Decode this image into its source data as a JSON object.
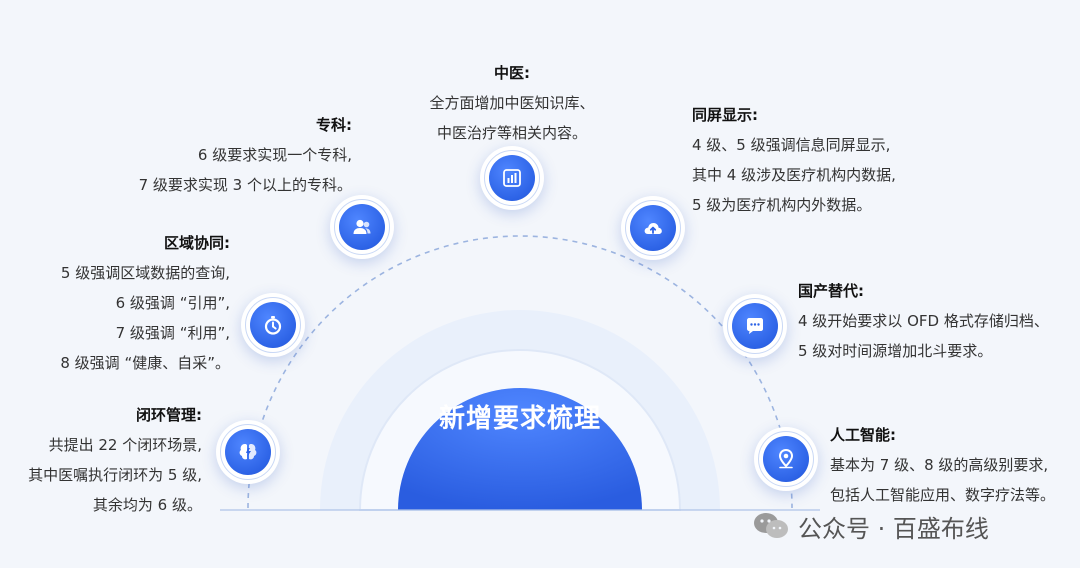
{
  "center": {
    "label": "新增要求梳理"
  },
  "colors": {
    "accent": "#2d63e6",
    "arc": "#9cb4e0",
    "text": "#333333"
  },
  "nodes": [
    {
      "id": "closed-loop",
      "icon": "brain-icon",
      "title": "闭环管理:",
      "lines": [
        "共提出 22 个闭环场景,",
        "其中医嘱执行闭环为 5 级,",
        "其余均为 6 级。"
      ]
    },
    {
      "id": "regional",
      "icon": "stopwatch-icon",
      "title": "区域协同:",
      "lines": [
        "5 级强调区域数据的查询,",
        "6 级强调 “引用”,",
        "7 级强调 “利用”,",
        "8 级强调 “健康、自采”。"
      ]
    },
    {
      "id": "specialty",
      "icon": "users-icon",
      "title": "专科:",
      "lines": [
        "6 级要求实现一个专科,",
        "7 级要求实现 3 个以上的专科。"
      ]
    },
    {
      "id": "tcm",
      "icon": "bar-chart-icon",
      "title": "中医:",
      "lines": [
        "全方面增加中医知识库、",
        "中医治疗等相关内容。"
      ]
    },
    {
      "id": "same-screen",
      "icon": "cloud-upload-icon",
      "title": "同屏显示:",
      "lines": [
        "4 级、5 级强调信息同屏显示,",
        "其中 4 级涉及医疗机构内数据,",
        "5 级为医疗机构内外数据。"
      ]
    },
    {
      "id": "domestic",
      "icon": "chat-icon",
      "title": "国产替代:",
      "lines": [
        "4 级开始要求以 OFD 格式存储归档、",
        "5 级对时间源增加北斗要求。"
      ]
    },
    {
      "id": "ai",
      "icon": "location-pin-icon",
      "title": "人工智能:",
      "lines": [
        "基本为 7 级、8 级的高级别要求,",
        "包括人工智能应用、数字疗法等。"
      ]
    }
  ],
  "watermark": {
    "text": "公众号 · 百盛布线",
    "icon": "wechat-icon"
  }
}
